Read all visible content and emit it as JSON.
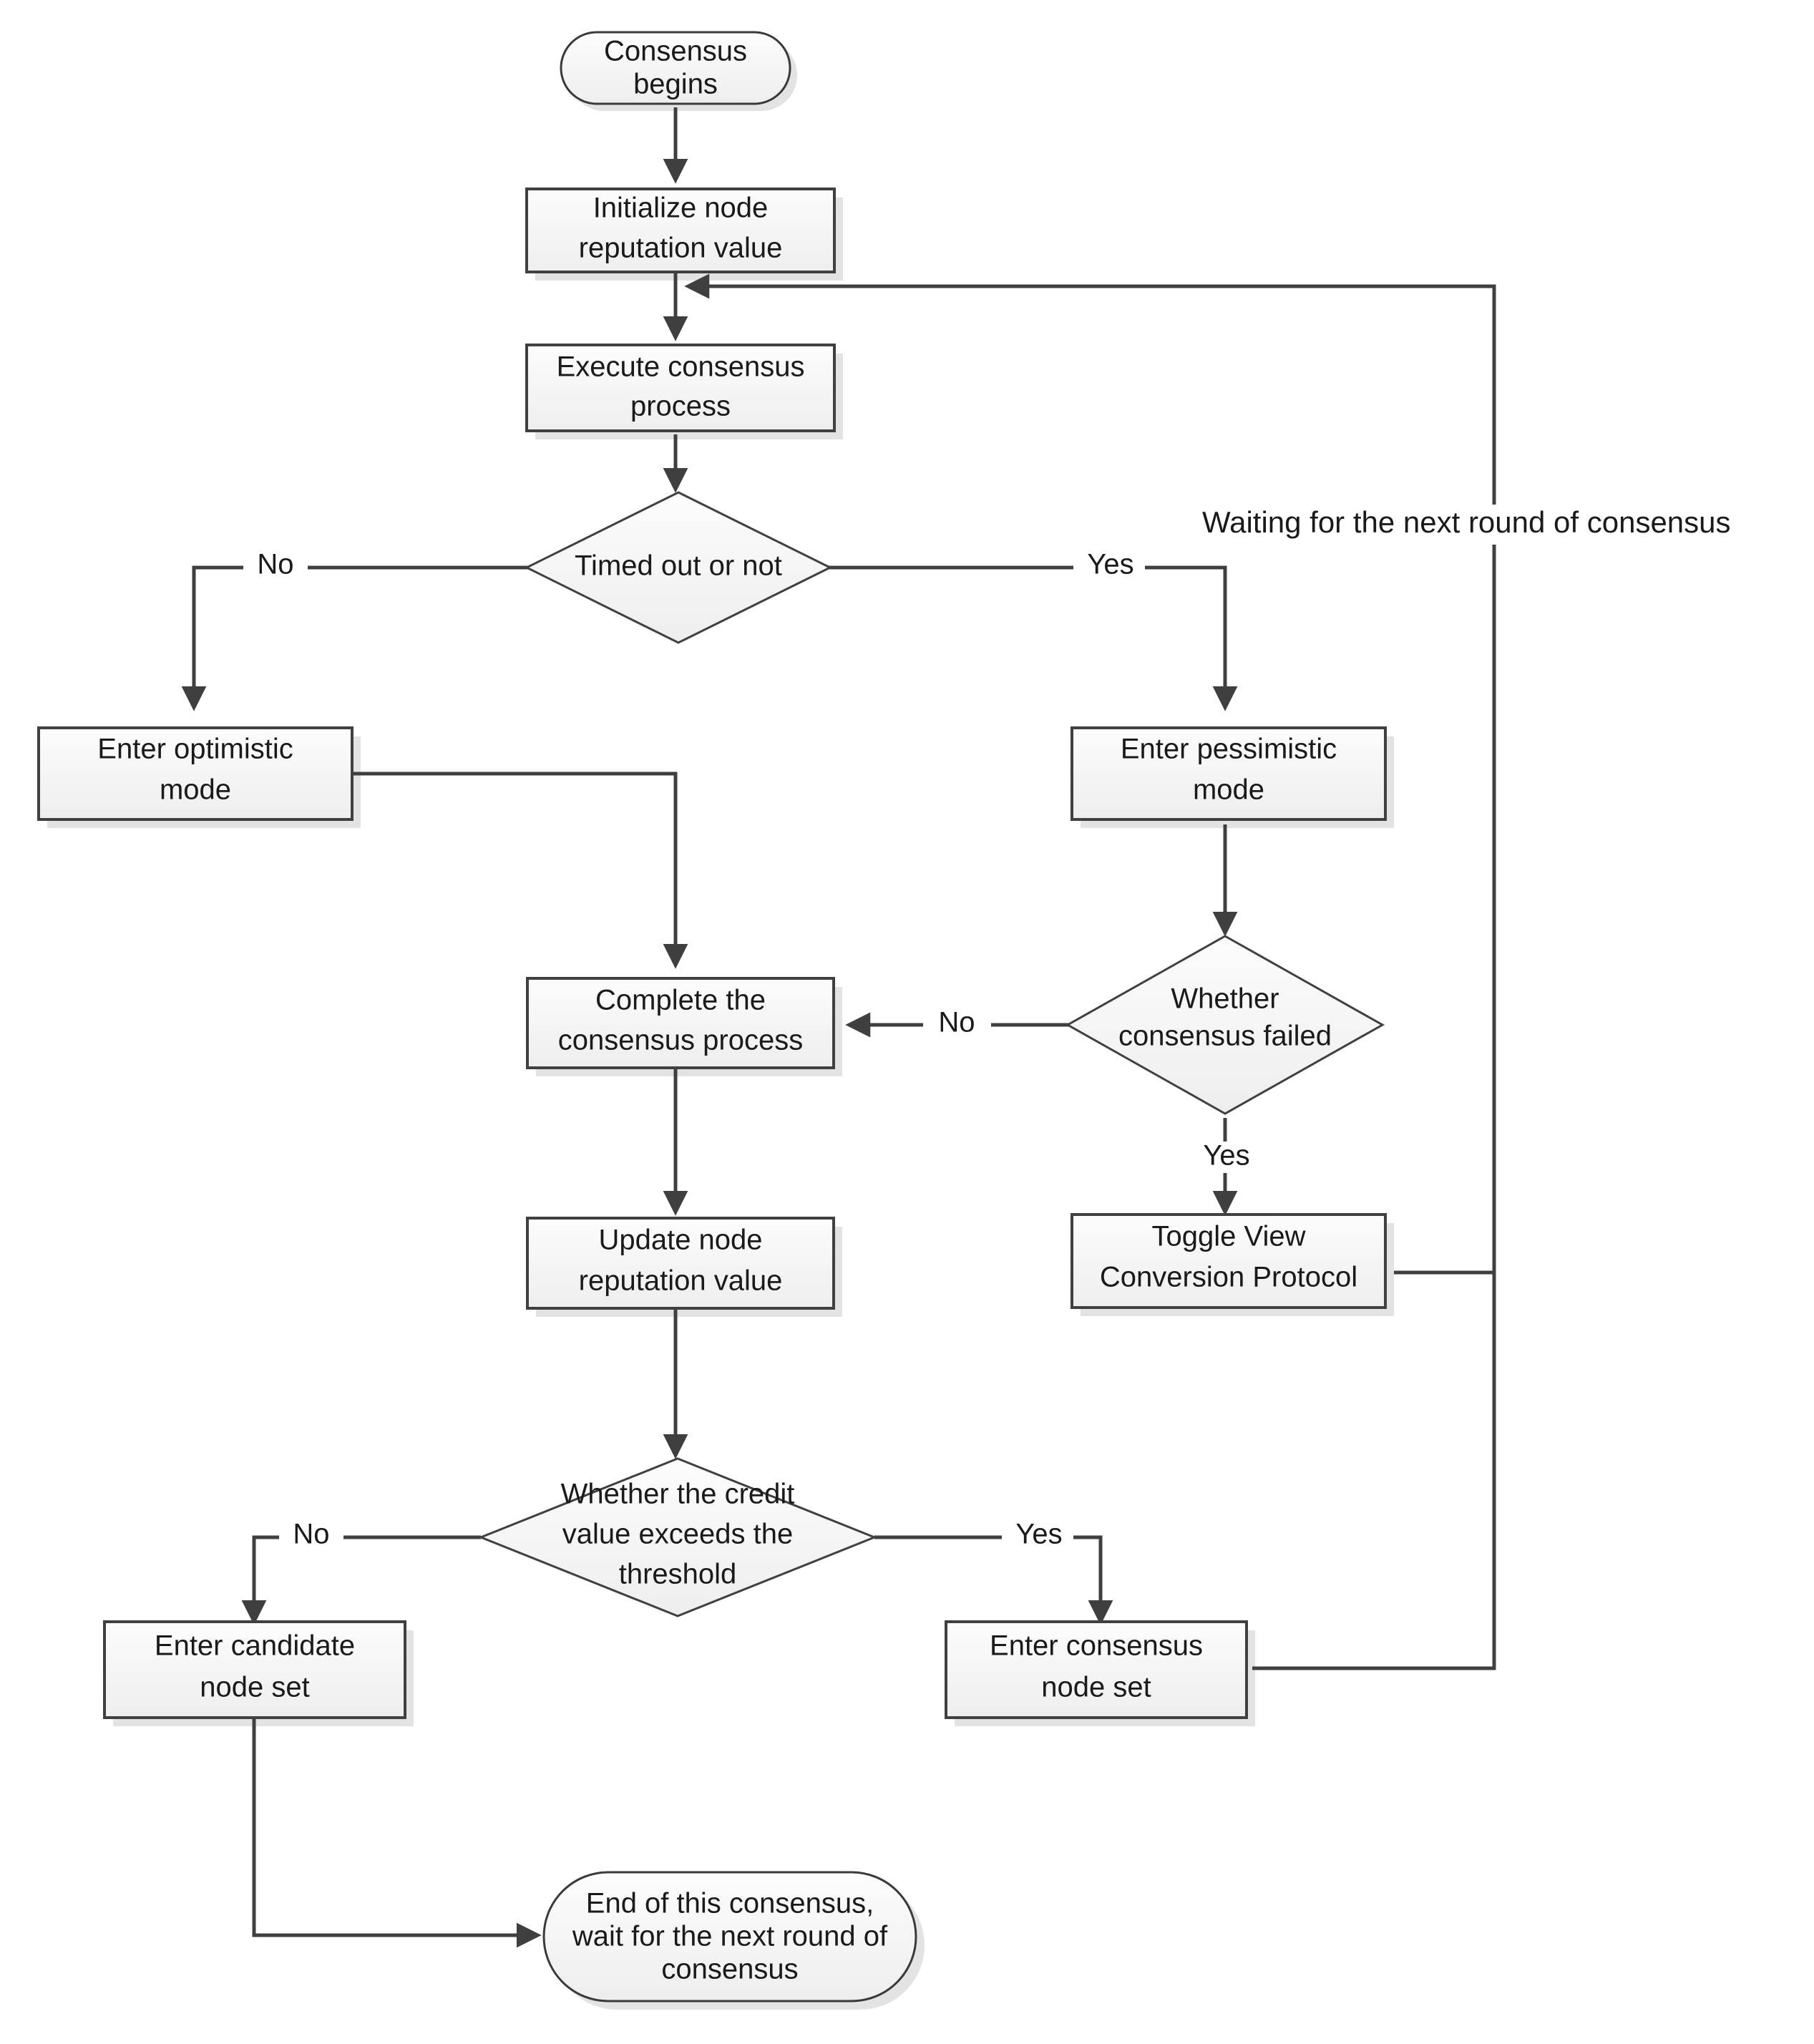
{
  "diagram": {
    "type": "flowchart",
    "title": "Consensus process flowchart",
    "background_color": "#ffffff",
    "node_fill_color": "#f4f4f4",
    "node_border_color": "#404040",
    "connector_color": "#3f3f3f",
    "text_color": "#1a1a1a"
  },
  "nodes": {
    "start": {
      "label_line1": "Consensus",
      "label_line2": "begins",
      "shape": "terminator"
    },
    "init": {
      "label_line1": "Initialize node",
      "label_line2": "reputation value",
      "shape": "process"
    },
    "execute": {
      "label_line1": "Execute consensus",
      "label_line2": "process",
      "shape": "process"
    },
    "timeout": {
      "label_line1": "Timed out or not",
      "shape": "decision"
    },
    "optimistic": {
      "label_line1": "Enter optimistic",
      "label_line2": "mode",
      "shape": "process"
    },
    "pessimistic": {
      "label_line1": "Enter pessimistic",
      "label_line2": "mode",
      "shape": "process"
    },
    "failed": {
      "label_line1": "Whether",
      "label_line2": "consensus failed",
      "shape": "decision"
    },
    "complete": {
      "label_line1": "Complete the",
      "label_line2": "consensus process",
      "shape": "process"
    },
    "toggle": {
      "label_line1": "Toggle View",
      "label_line2": "Conversion Protocol",
      "shape": "process"
    },
    "update": {
      "label_line1": "Update node",
      "label_line2": "reputation value",
      "shape": "process"
    },
    "threshold": {
      "label_line1": "Whether the credit",
      "label_line2": "value exceeds the",
      "label_line3": "threshold",
      "shape": "decision"
    },
    "candidate": {
      "label_line1": "Enter candidate",
      "label_line2": "node set",
      "shape": "process"
    },
    "consensus_set": {
      "label_line1": "Enter consensus",
      "label_line2": "node set",
      "shape": "process"
    },
    "end": {
      "label_line1": "End of this consensus,",
      "label_line2": "wait for the next round of",
      "label_line3": "consensus",
      "shape": "terminator"
    }
  },
  "edge_labels": {
    "timeout_no": "No",
    "timeout_yes": "Yes",
    "failed_no": "No",
    "failed_yes": "Yes",
    "threshold_no": "No",
    "threshold_yes": "Yes"
  },
  "annotations": {
    "waiting_loop": "Waiting for the next round of consensus"
  },
  "edges": [
    {
      "from": "start",
      "to": "init",
      "label": ""
    },
    {
      "from": "init",
      "to": "execute",
      "label": ""
    },
    {
      "from": "execute",
      "to": "timeout",
      "label": ""
    },
    {
      "from": "timeout",
      "to": "optimistic",
      "label": "No"
    },
    {
      "from": "timeout",
      "to": "pessimistic",
      "label": "Yes"
    },
    {
      "from": "optimistic",
      "to": "complete",
      "label": ""
    },
    {
      "from": "pessimistic",
      "to": "failed",
      "label": ""
    },
    {
      "from": "failed",
      "to": "complete",
      "label": "No"
    },
    {
      "from": "failed",
      "to": "toggle",
      "label": "Yes"
    },
    {
      "from": "complete",
      "to": "update",
      "label": ""
    },
    {
      "from": "update",
      "to": "threshold",
      "label": ""
    },
    {
      "from": "threshold",
      "to": "candidate",
      "label": "No"
    },
    {
      "from": "threshold",
      "to": "consensus_set",
      "label": "Yes"
    },
    {
      "from": "candidate",
      "to": "end",
      "label": ""
    },
    {
      "from": "toggle",
      "to": "execute",
      "label": "Waiting for the next round of consensus"
    },
    {
      "from": "consensus_set",
      "to": "execute",
      "label": "Waiting for the next round of consensus"
    }
  ]
}
